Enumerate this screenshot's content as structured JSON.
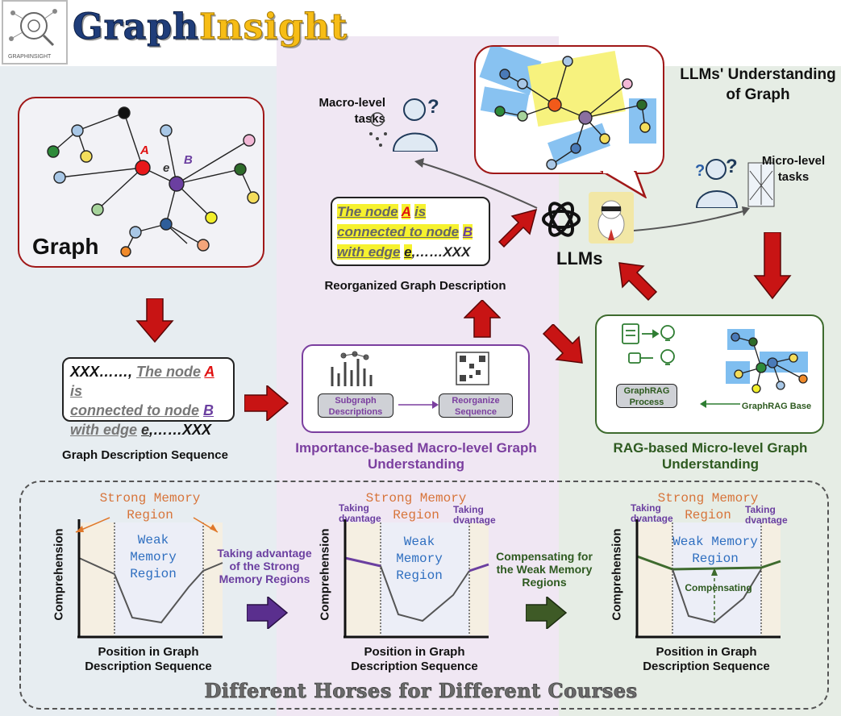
{
  "logo": {
    "title_part1": "Graph",
    "title_part2": "Insight",
    "icon_caption": "GRAPHINSIGHT"
  },
  "graph_card": {
    "label": "Graph",
    "node_a": "A",
    "node_b": "B",
    "edge": "e"
  },
  "sequence": {
    "prefix": "XXX……,",
    "line1": "The node",
    "node": "A",
    "line1_end": "is",
    "line2": "connected to node",
    "node_b": "B",
    "line3": "with edge",
    "edge": "e",
    "suffix": ",……XXX",
    "caption": "Graph Description Sequence"
  },
  "reorganized": {
    "line1": "The node",
    "node": "A",
    "line1_end": "is",
    "line2": "connected to node",
    "node_b": "B",
    "line3": "with edge",
    "edge": "e",
    "suffix": ",……XXX",
    "caption": "Reorganized Graph Description"
  },
  "macro": {
    "title": "Importance-based Macro-level Graph Understanding",
    "subgraph_label": "Subgraph Descriptions",
    "reorganize_label": "Reorganize Sequence",
    "tasks_label": "Macro-level tasks"
  },
  "micro": {
    "title": "RAG-based Micro-level Graph Understanding",
    "process_label": "GraphRAG Process",
    "base_label": "GraphRAG Base",
    "tasks_label": "Micro-level tasks"
  },
  "llms": {
    "label": "LLMs",
    "understanding": "LLMs' Understanding of Graph"
  },
  "memory": {
    "strong": "Strong Memory Region",
    "weak": "Weak Memory Region",
    "y_label": "Comprehension",
    "x_label": "Position in Graph Description Sequence",
    "taking": "Taking dvantage",
    "compensating": "Compensating",
    "arrow1_label": "Taking advantage of the Strong Memory Regions",
    "arrow2_label": "Compensating for the Weak Memory Regions"
  },
  "footer": "Different Horses for Different Courses"
}
